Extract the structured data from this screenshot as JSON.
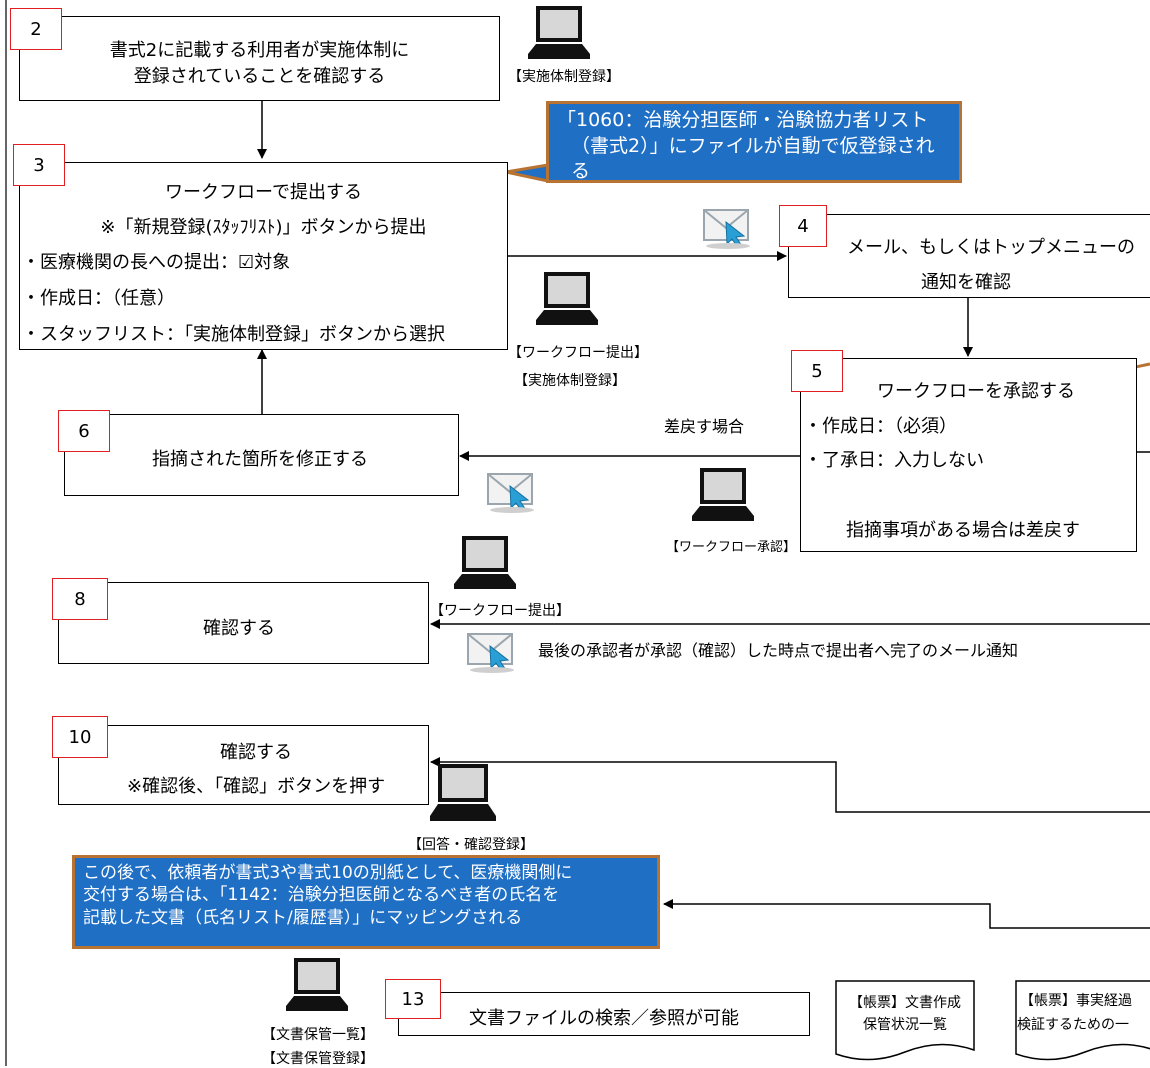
{
  "steps": {
    "s2": {
      "num": "2",
      "line1": "書式2に記載する利用者が実施体制に",
      "line2": "登録されていることを確認する"
    },
    "s3": {
      "num": "3",
      "title": "ワークフローで提出する",
      "note": "※「新規登録(ｽﾀｯﾌﾘｽﾄ)」ボタンから提出",
      "item1": "・医療機関の長への提出：☑対象",
      "item2": "・作成日：（任意）",
      "item3": "・スタッフリスト：「実施体制登録」ボタンから選択"
    },
    "s4": {
      "num": "4",
      "line1": "メール、もしくはトップメニューの",
      "line2": "通知を確認"
    },
    "s5": {
      "num": "5",
      "title": "ワークフローを承認する",
      "item1": "・作成日：（必須）",
      "item2": "・了承日：入力しない",
      "note": "指摘事項がある場合は差戻す"
    },
    "s6": {
      "num": "6",
      "text": "指摘された箇所を修正する"
    },
    "s8": {
      "num": "8",
      "text": "確認する"
    },
    "s10": {
      "num": "10",
      "line1": "確認する",
      "line2": "※確認後、「確認」ボタンを押す"
    },
    "s13": {
      "num": "13",
      "text": "文書ファイルの検索／参照が可能"
    }
  },
  "labels": {
    "l_jisshi1": "【実施体制登録】",
    "l_wf_teishutsu1": "【ワークフロー提出】",
    "l_jisshi2": "【実施体制登録】",
    "l_wf_shonin": "【ワークフロー承認】",
    "l_wf_teishutsu2": "【ワークフロー提出】",
    "l_kaito": "【回答・確認登録】",
    "l_bunsho_ichiran": "【文書保管一覧】",
    "l_bunsho_toroku": "【文書保管登録】"
  },
  "edge_labels": {
    "sashimodosu": "差戻す場合",
    "kanryo": "最後の承認者が承認（確認）した時点で提出者へ完了のメール通知"
  },
  "callouts": {
    "c1_line1": "「1060：治験分担医師・治験協力者リスト",
    "c1_line2": "（書式2）」にファイルが自動で仮登録される",
    "c2_line1": "この後で、依頼者が書式3や書式10の別紙として、医療機関側に",
    "c2_line2": "交付する場合は、「1142：治験分担医師となるべき者の氏名を",
    "c2_line3": "記載した文書（氏名リスト/履歴書）」にマッピングされる"
  },
  "documents": {
    "doc1_line1": "【帳票】文書作成",
    "doc1_line2": "保管状況一覧",
    "doc2_line1": "【帳票】事実経過",
    "doc2_line2": "検証するための一"
  },
  "colors": {
    "step_border": "#e02020",
    "callout_bg": "#1f6fc5",
    "callout_border": "#b87333"
  }
}
